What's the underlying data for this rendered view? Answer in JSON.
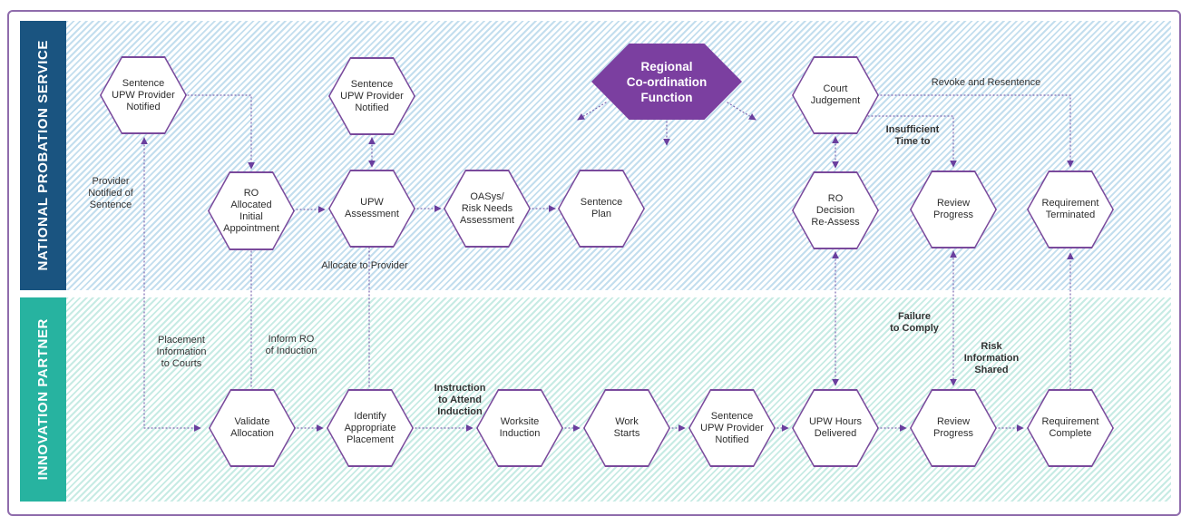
{
  "lanes": [
    {
      "label": "NATIONAL PROBATION SERVICE"
    },
    {
      "label": "INNOVATION PARTNER"
    }
  ],
  "nodes": [
    {
      "id": "sentence-upw-provider-notified-1",
      "lane": "nps",
      "label": "Sentence\nUPW Provider\nNotified"
    },
    {
      "id": "ro-allocated-initial-appointment",
      "lane": "nps",
      "label": "RO\nAllocated\nInitial\nAppointment"
    },
    {
      "id": "sentence-upw-provider-notified-2",
      "lane": "nps",
      "label": "Sentence\nUPW Provider\nNotified"
    },
    {
      "id": "upw-assessment",
      "lane": "nps",
      "label": "UPW\nAssessment"
    },
    {
      "id": "oasys-risk-needs-assessment",
      "lane": "nps",
      "label": "OASys/\nRisk Needs\nAssessment"
    },
    {
      "id": "sentence-plan",
      "lane": "nps",
      "label": "Sentence\nPlan"
    },
    {
      "id": "regional-coordination-function",
      "lane": "nps",
      "label": "Regional\nCo-ordination\nFunction"
    },
    {
      "id": "court-judgement",
      "lane": "nps",
      "label": "Court\nJudgement"
    },
    {
      "id": "ro-decision-re-assess",
      "lane": "nps",
      "label": "RO\nDecision\nRe-Assess"
    },
    {
      "id": "review-progress-nps",
      "lane": "nps",
      "label": "Review\nProgress"
    },
    {
      "id": "requirement-terminated",
      "lane": "nps",
      "label": "Requirement\nTerminated"
    },
    {
      "id": "validate-allocation",
      "lane": "ip",
      "label": "Validate\nAllocation"
    },
    {
      "id": "identify-appropriate-placement",
      "lane": "ip",
      "label": "Identify\nAppropriate\nPlacement"
    },
    {
      "id": "worksite-induction",
      "lane": "ip",
      "label": "Worksite\nInduction"
    },
    {
      "id": "work-starts",
      "lane": "ip",
      "label": "Work\nStarts"
    },
    {
      "id": "sentence-upw-provider-notified-3",
      "lane": "ip",
      "label": "Sentence\nUPW Provider\nNotified"
    },
    {
      "id": "upw-hours-delivered",
      "lane": "ip",
      "label": "UPW Hours\nDelivered"
    },
    {
      "id": "review-progress-ip",
      "lane": "ip",
      "label": "Review\nProgress"
    },
    {
      "id": "requirement-complete",
      "lane": "ip",
      "label": "Requirement\nComplete"
    }
  ],
  "annotations": [
    {
      "id": "provider-notified-of-sentence",
      "label": "Provider\nNotified of\nSentence",
      "bold": false
    },
    {
      "id": "allocate-to-provider",
      "label": "Allocate to Provider",
      "bold": false
    },
    {
      "id": "placement-information-to-courts",
      "label": "Placement\nInformation\nto Courts",
      "bold": false
    },
    {
      "id": "inform-ro-of-induction",
      "label": "Inform RO\nof Induction",
      "bold": false
    },
    {
      "id": "instruction-to-attend-induction",
      "label": "Instruction\nto Attend\nInduction",
      "bold": true
    },
    {
      "id": "revoke-and-resentence",
      "label": "Revoke and Resentence",
      "bold": false
    },
    {
      "id": "insufficient-time-to",
      "label": "Insufficient\nTime to",
      "bold": true
    },
    {
      "id": "failure-to-comply",
      "label": "Failure\nto Comply",
      "bold": true
    },
    {
      "id": "risk-information-shared",
      "label": "Risk\nInformation\nShared",
      "bold": true
    }
  ],
  "colors": {
    "navy": "#1a5480",
    "teal": "#27b3a0",
    "purple": "#7b3fa0",
    "hex-border": "#7a4a9c",
    "line": "#7c68b0",
    "arrow": "#6a3f9e",
    "frame": "#8f6cac",
    "ink": "#333333"
  }
}
